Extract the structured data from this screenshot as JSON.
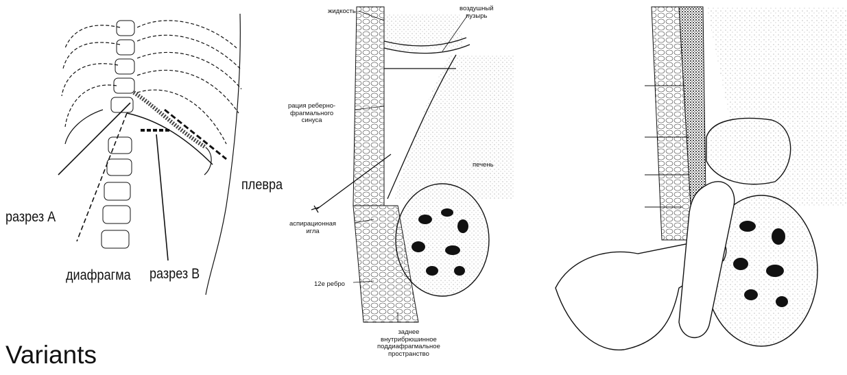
{
  "caption": "Variants",
  "figure_left": {
    "labels": {
      "section_a": "разрез А",
      "diaphragm": "диафрагма",
      "section_b": "разрез В",
      "pleura": "плевра"
    }
  },
  "figure_middle": {
    "labels": {
      "fluid": "жидкость",
      "air_bubble": "воздушный\nпузырь",
      "sinus": "рация реберно-\nфрагмального\nсинуса",
      "liver": "печень",
      "needle": "аспирационная\nигла",
      "rib12": "12е ребро",
      "space": "заднее\nвнутрибрюшинное\nподдиафрагмальное\nпространство"
    }
  },
  "figure_right": {},
  "colors": {
    "ink": "#111111",
    "background": "#ffffff",
    "stipple": "#9a9a9a"
  }
}
